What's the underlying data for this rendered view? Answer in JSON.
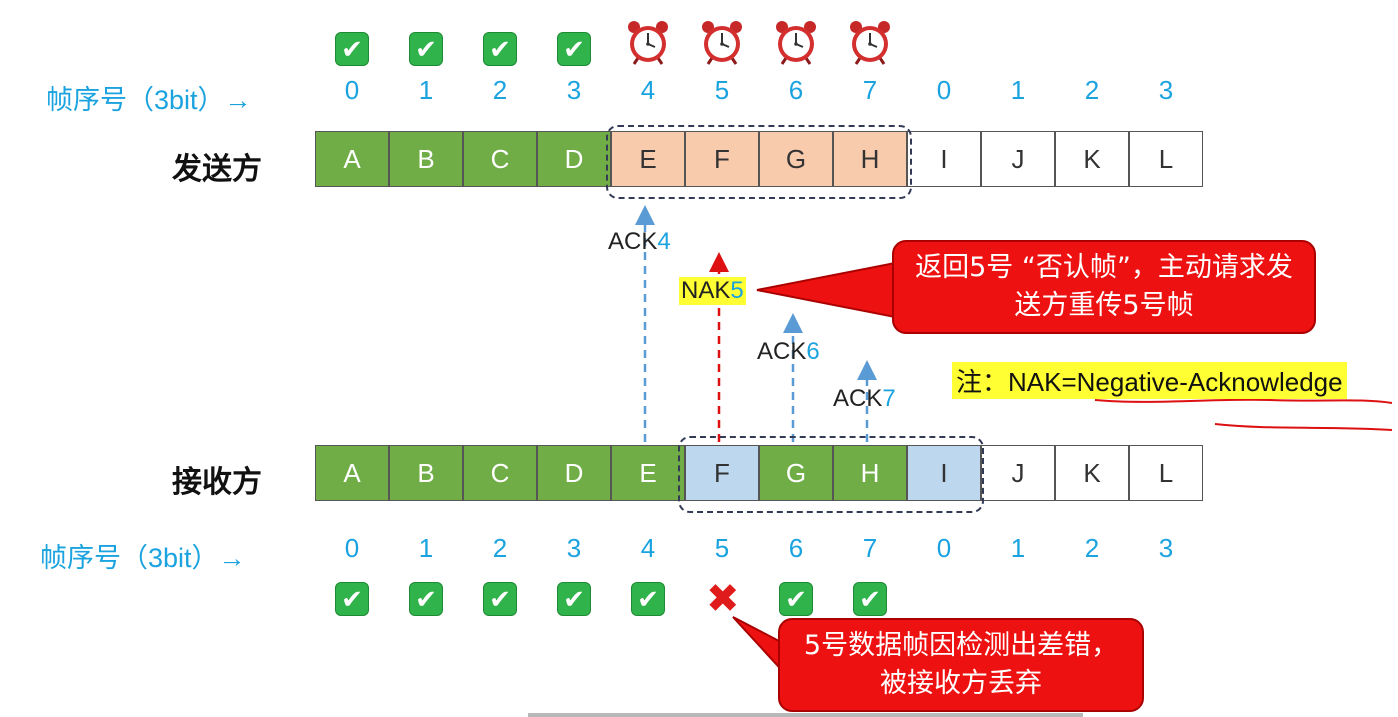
{
  "sender": {
    "seq_label": "帧序号（3bit）→",
    "label": "发送方",
    "seq_numbers": [
      "0",
      "1",
      "2",
      "3",
      "4",
      "5",
      "6",
      "7",
      "0",
      "1",
      "2",
      "3"
    ],
    "frames": [
      "A",
      "B",
      "C",
      "D",
      "E",
      "F",
      "G",
      "H",
      "I",
      "J",
      "K",
      "L"
    ],
    "status_icons": [
      "check",
      "check",
      "check",
      "check",
      "alarm-clock",
      "alarm-clock",
      "alarm-clock",
      "alarm-clock"
    ]
  },
  "receiver": {
    "seq_label": "帧序号（3bit）→",
    "label": "接收方",
    "seq_numbers": [
      "0",
      "1",
      "2",
      "3",
      "4",
      "5",
      "6",
      "7",
      "0",
      "1",
      "2",
      "3"
    ],
    "frames": [
      "A",
      "B",
      "C",
      "D",
      "E",
      "F",
      "G",
      "H",
      "I",
      "J",
      "K",
      "L"
    ],
    "status_icons": [
      "check",
      "check",
      "check",
      "check",
      "check",
      "cross",
      "check",
      "check"
    ]
  },
  "acks": [
    {
      "prefix": "ACK",
      "num": "4"
    },
    {
      "prefix": "NAK",
      "num": "5"
    },
    {
      "prefix": "ACK",
      "num": "6"
    },
    {
      "prefix": "ACK",
      "num": "7"
    }
  ],
  "callout_nak": "返回5号 “否认帧”，主动请求发送方重传5号帧",
  "callout_error": "5号数据帧因检测出差错，被接收方丢弃",
  "note": "注：NAK=Negative-Acknowledge",
  "colors": {
    "green": "#70ad47",
    "peach": "#f8cbad",
    "blue": "#bdd7ee",
    "accent_blue": "#1aa3df",
    "callout_red": "#ee1111",
    "highlight_yellow": "#ffff33"
  }
}
